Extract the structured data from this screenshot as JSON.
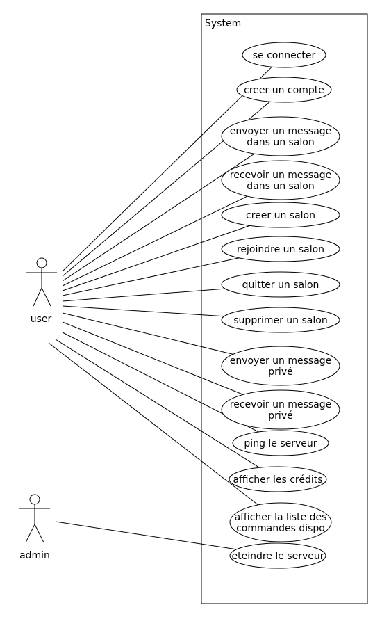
{
  "system": {
    "label": "System"
  },
  "actors": {
    "user": {
      "label": "user"
    },
    "admin": {
      "label": "admin"
    }
  },
  "use_cases": [
    {
      "lines": [
        "se connecter"
      ],
      "actor": "user"
    },
    {
      "lines": [
        "creer un compte"
      ],
      "actor": "user"
    },
    {
      "lines": [
        "envoyer un message",
        "dans un salon"
      ],
      "actor": "user"
    },
    {
      "lines": [
        "recevoir un message",
        "dans un salon"
      ],
      "actor": "user"
    },
    {
      "lines": [
        "creer un salon"
      ],
      "actor": "user"
    },
    {
      "lines": [
        "rejoindre un salon"
      ],
      "actor": "user"
    },
    {
      "lines": [
        "quitter un salon"
      ],
      "actor": "user"
    },
    {
      "lines": [
        "supprimer un salon"
      ],
      "actor": "user"
    },
    {
      "lines": [
        "envoyer un message",
        "privé"
      ],
      "actor": "user"
    },
    {
      "lines": [
        "recevoir un message",
        "privé"
      ],
      "actor": "user"
    },
    {
      "lines": [
        "ping le serveur"
      ],
      "actor": "user"
    },
    {
      "lines": [
        "afficher les crédits"
      ],
      "actor": "user"
    },
    {
      "lines": [
        "afficher la liste des",
        "commandes dispo"
      ],
      "actor": "user"
    },
    {
      "lines": [
        "eteindre le serveur"
      ],
      "actor": "admin"
    }
  ]
}
